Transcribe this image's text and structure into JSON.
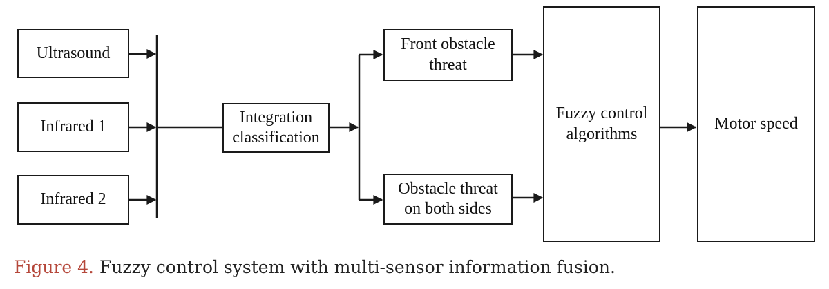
{
  "diagram": {
    "nodes": {
      "ultrasound": "Ultrasound",
      "infrared1": "Infrared 1",
      "infrared2": "Infrared 2",
      "integration": "Integration\nclassification",
      "front_threat": "Front obstacle\nthreat",
      "side_threat": "Obstacle threat\non both sides",
      "fuzzy": "Fuzzy control\nalgorithms",
      "motor": "Motor speed"
    },
    "edges": [
      {
        "from": "ultrasound",
        "to": "bus"
      },
      {
        "from": "infrared1",
        "to": "bus"
      },
      {
        "from": "infrared2",
        "to": "bus"
      },
      {
        "from": "bus",
        "to": "integration"
      },
      {
        "from": "integration",
        "to": "front_threat"
      },
      {
        "from": "integration",
        "to": "side_threat"
      },
      {
        "from": "front_threat",
        "to": "fuzzy"
      },
      {
        "from": "side_threat",
        "to": "fuzzy"
      },
      {
        "from": "fuzzy",
        "to": "motor"
      }
    ]
  },
  "caption": {
    "label": "Figure 4.",
    "text": " Fuzzy control system with multi-sensor information fusion."
  },
  "colors": {
    "line": "#1a1a1a",
    "caption_label": "#b5473a",
    "caption_text": "#222222"
  }
}
